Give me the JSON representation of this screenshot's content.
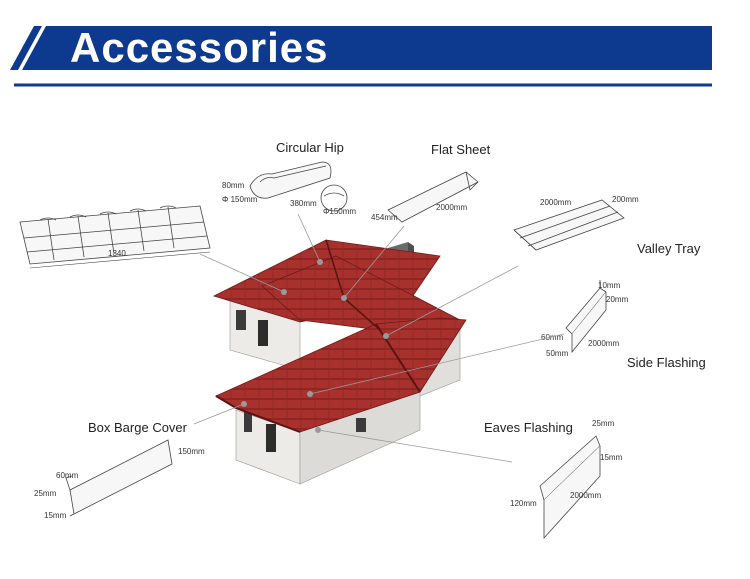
{
  "header": {
    "title": "Accessories"
  },
  "colors": {
    "banner": "#0d3a8e",
    "roof": "#a8312e",
    "roof_dark": "#7d1f1c",
    "wall": "#ecebe8"
  },
  "labels": {
    "circular_hip": "Circular Hip",
    "flat_sheet": "Flat Sheet",
    "valley_tray": "Valley Tray",
    "side_flashing": "Side Flashing",
    "box_barge_cover": "Box Barge Cover",
    "eaves_flashing": "Eaves Flashing"
  },
  "dims": {
    "tile_1340": "1340",
    "hip_80": "80mm",
    "hip_phi150": "Φ 150mm",
    "hip_380": "380mm",
    "hip_circle_phi150": "Φ150mm",
    "flat_454": "454mm",
    "flat_2000": "2000mm",
    "valley_2000": "2000mm",
    "valley_200": "200mm",
    "side_10": "10mm",
    "side_20": "20mm",
    "side_60": "60mm",
    "side_50": "50mm",
    "side_2000": "2000mm",
    "box_60": "60mm",
    "box_25": "25mm",
    "box_15": "15mm",
    "box_150": "150mm",
    "eaves_25": "25mm",
    "eaves_15": "15mm",
    "eaves_120": "120mm",
    "eaves_2000": "2000mm"
  }
}
